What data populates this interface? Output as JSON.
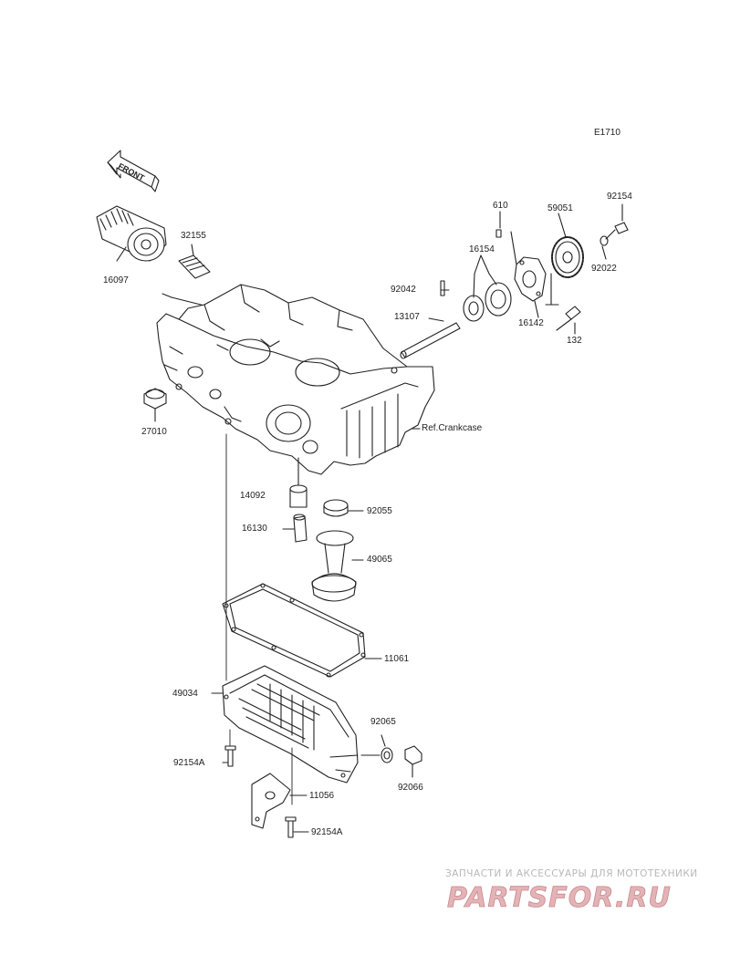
{
  "diagram": {
    "code": "E1710",
    "front_label": "FRONT",
    "ref_label": "Ref.Crankcase"
  },
  "parts": {
    "p16097": "16097",
    "p32155": "32155",
    "p27010": "27010",
    "p92042": "92042",
    "p13107": "13107",
    "p610": "610",
    "p16154": "16154",
    "p59051": "59051",
    "p92154": "92154",
    "p92022": "92022",
    "p16142": "16142",
    "p132": "132",
    "p14092": "14092",
    "p92055": "92055",
    "p16130": "16130",
    "p49065": "49065",
    "p11061": "11061",
    "p49034": "49034",
    "p92065": "92065",
    "p92154A_a": "92154A",
    "p92066": "92066",
    "p11056": "11056",
    "p92154A_b": "92154A"
  },
  "watermark": {
    "tagline": "ЗАПЧАСТИ И АКСЕССУАРЫ ДЛЯ МОТОТЕХНИКИ",
    "logo_text": "PARTSFOR.RU",
    "color": "#d9a0a4"
  }
}
